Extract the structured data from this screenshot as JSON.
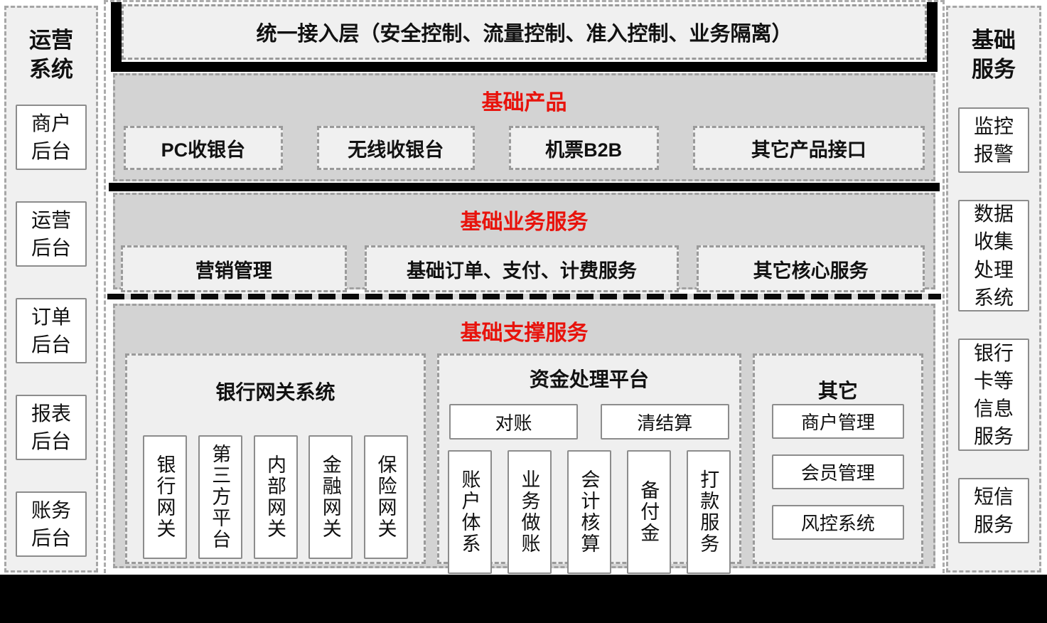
{
  "colors": {
    "accent_red": "#e8130c",
    "band_gray": "#d3d3d3",
    "panel_gray": "#efefef",
    "black_bar": "#000000"
  },
  "left_sidebar": {
    "title": "运营系统",
    "items": [
      "商户后台",
      "运营后台",
      "订单后台",
      "报表后台",
      "账务后台"
    ]
  },
  "right_sidebar": {
    "title": "基础服务",
    "items": [
      "监控报警",
      "数据收集处理系统",
      "银行卡等信息服务",
      "短信服务"
    ]
  },
  "access_layer": {
    "label": "统一接入层（安全控制、流量控制、准入控制、业务隔离）"
  },
  "products": {
    "title": "基础产品",
    "items": [
      "PC收银台",
      "无线收银台",
      "机票B2B",
      "其它产品接口"
    ]
  },
  "business_services": {
    "title": "基础业务服务",
    "items": [
      "营销管理",
      "基础订单、支付、计费服务",
      "其它核心服务"
    ]
  },
  "support_services": {
    "title": "基础支撑服务",
    "bank_gateway": {
      "title": "银行网关系统",
      "items": [
        "银行网关",
        "第三方平台",
        "内部网关",
        "金融网关",
        "保险网关"
      ]
    },
    "funds_platform": {
      "title": "资金处理平台",
      "top_items": [
        "对账",
        "清结算"
      ],
      "items": [
        "账户体系",
        "业务做账",
        "会计核算",
        "备付金",
        "打款服务"
      ]
    },
    "other": {
      "title": "其它",
      "items": [
        "商户管理",
        "会员管理",
        "风控系统"
      ]
    }
  }
}
